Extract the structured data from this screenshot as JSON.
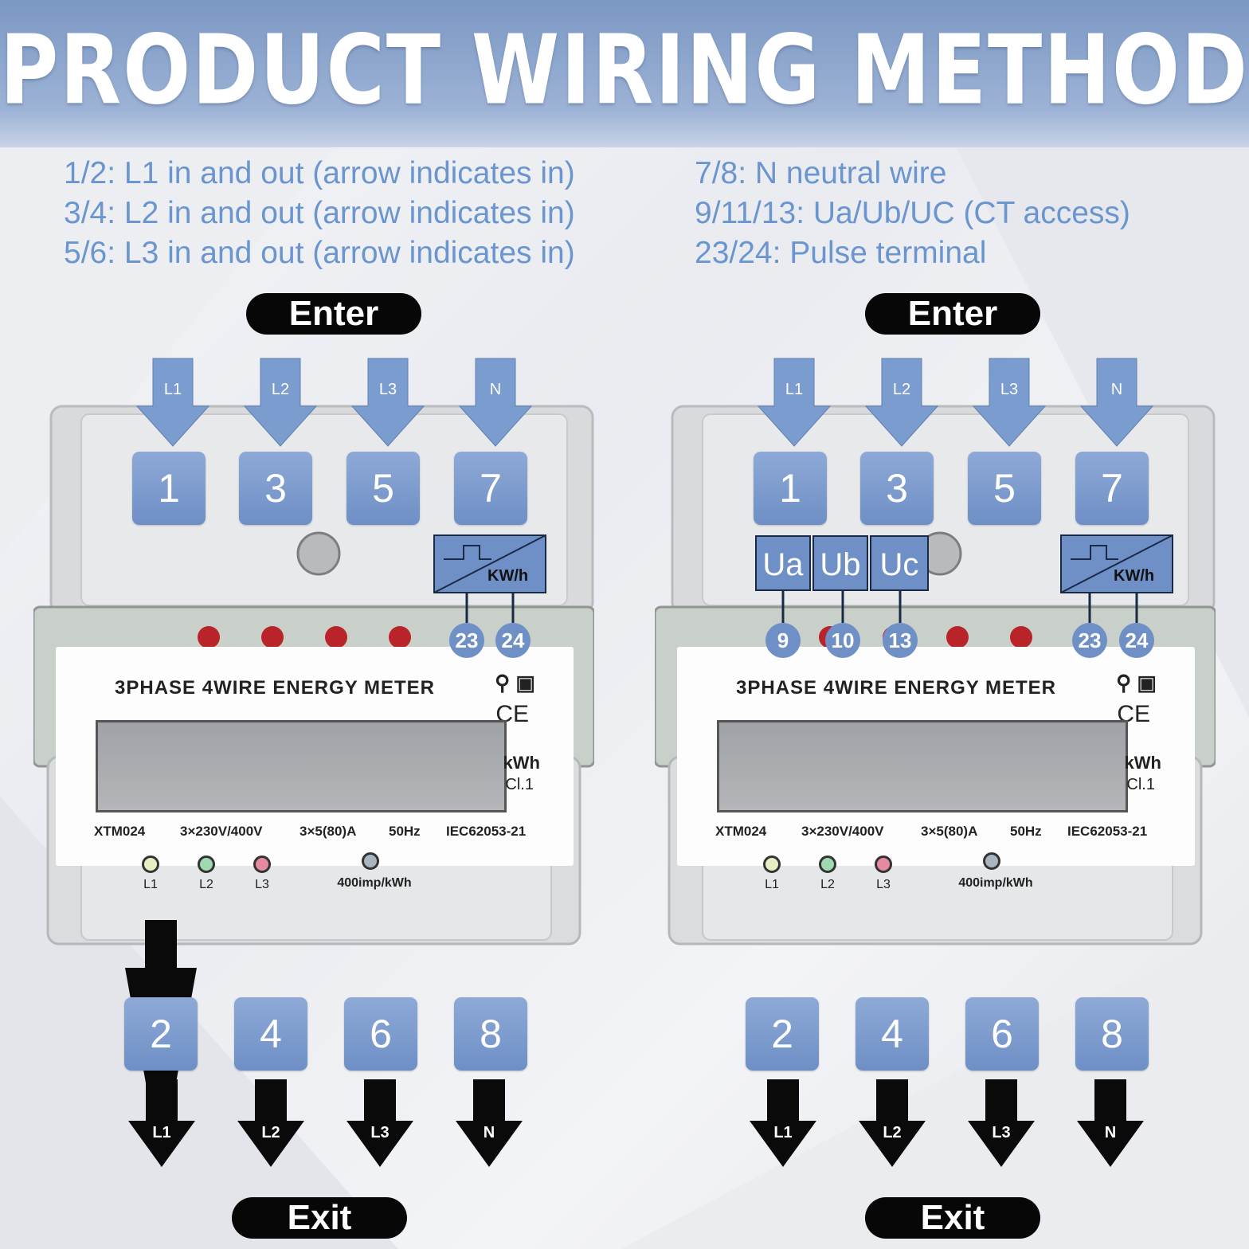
{
  "title": "PRODUCT WIRING METHOD",
  "legend_left": [
    "1/2: L1 in and out (arrow indicates in)",
    "3/4: L2 in and out (arrow indicates in)",
    "5/6: L3 in and out (arrow indicates in)"
  ],
  "legend_right": [
    "7/8: N neutral wire",
    "9/11/13: Ua/Ub/UC (CT access)",
    "23/24: Pulse terminal"
  ],
  "enter_label": "Enter",
  "exit_label": "Exit",
  "input_phases": [
    "L1",
    "L2",
    "L3",
    "N"
  ],
  "top_terminals": [
    "1",
    "3",
    "5",
    "7"
  ],
  "bottom_terminals": [
    "2",
    "4",
    "6",
    "8"
  ],
  "voltage_labels": [
    "Ua",
    "Ub",
    "Uc"
  ],
  "voltage_terminals": [
    "9",
    "10",
    "13"
  ],
  "pulse_unit": "KW/h",
  "pulse_terminals": [
    "23",
    "24"
  ],
  "meter": {
    "name": "3PHASE 4WIRE ENERGY METER",
    "ce": "CE",
    "unit": "kWh",
    "class": "Cl.1",
    "model": "XTM024",
    "voltage": "3×230V/400V",
    "current": "3×5(80)A",
    "frequency": "50Hz",
    "standard": "IEC62053-21",
    "pulse_rate": "400imp/kWh",
    "led_labels": [
      "L1",
      "L2",
      "L3"
    ]
  },
  "colors": {
    "accent_blue": "#6f90c7",
    "banner": "#7b97c3",
    "pill": "#070707"
  }
}
